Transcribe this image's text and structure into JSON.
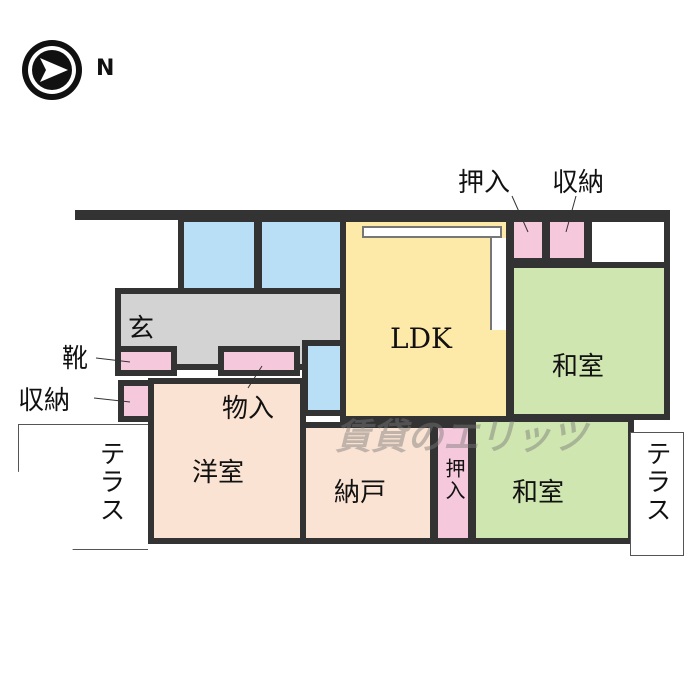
{
  "compass": {
    "direction_label": "N"
  },
  "rooms": {
    "entrance": "玄",
    "ldk": "LDK",
    "washitsu_upper": "和室",
    "washitsu_lower": "和室",
    "youshitsu": "洋室",
    "nando": "納戸",
    "monoire": "物入",
    "oshiire_lower": "押入",
    "shoe_storage": "靴",
    "storage_left": "収納",
    "terrace_left": "テラス",
    "terrace_right": "テラス"
  },
  "callouts": {
    "oshiire_top": "押入",
    "storage_top": "収納"
  },
  "watermark": "賃貸のエリッツ",
  "colors": {
    "ldk": "#fde9a8",
    "washitsu": "#cfe6b0",
    "youshitsu": "#fbe3d3",
    "closet": "#f6c8dc",
    "bath": "#b8dff5",
    "entrance": "#d3d3d3"
  }
}
